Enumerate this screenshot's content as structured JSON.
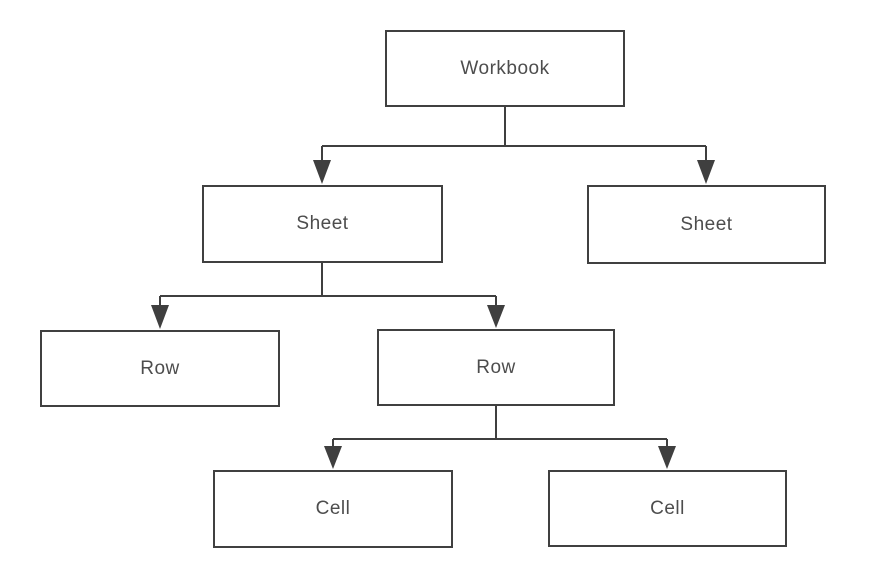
{
  "diagram": {
    "type": "tree",
    "nodes": [
      {
        "id": "workbook",
        "label": "Workbook",
        "level": 1
      },
      {
        "id": "sheet-left",
        "label": "Sheet",
        "level": 2
      },
      {
        "id": "sheet-right",
        "label": "Sheet",
        "level": 2
      },
      {
        "id": "row-left",
        "label": "Row",
        "level": 3
      },
      {
        "id": "row-center",
        "label": "Row",
        "level": 3
      },
      {
        "id": "cell-left",
        "label": "Cell",
        "level": 4
      },
      {
        "id": "cell-right",
        "label": "Cell",
        "level": 4
      }
    ],
    "edges": [
      {
        "from": "workbook",
        "to": "sheet-left",
        "arrow": "target"
      },
      {
        "from": "workbook",
        "to": "sheet-right",
        "arrow": "target"
      },
      {
        "from": "sheet-left",
        "to": "row-left",
        "arrow": "target"
      },
      {
        "from": "sheet-left",
        "to": "row-center",
        "arrow": "target"
      },
      {
        "from": "row-center",
        "to": "cell-left",
        "arrow": "target"
      },
      {
        "from": "row-center",
        "to": "cell-right",
        "arrow": "target"
      }
    ],
    "colors": {
      "line": "#3f3f3f",
      "box_border": "#404040",
      "box_fill": "#ffffff",
      "text": "#4d4d4d",
      "background": "#ffffff"
    }
  }
}
